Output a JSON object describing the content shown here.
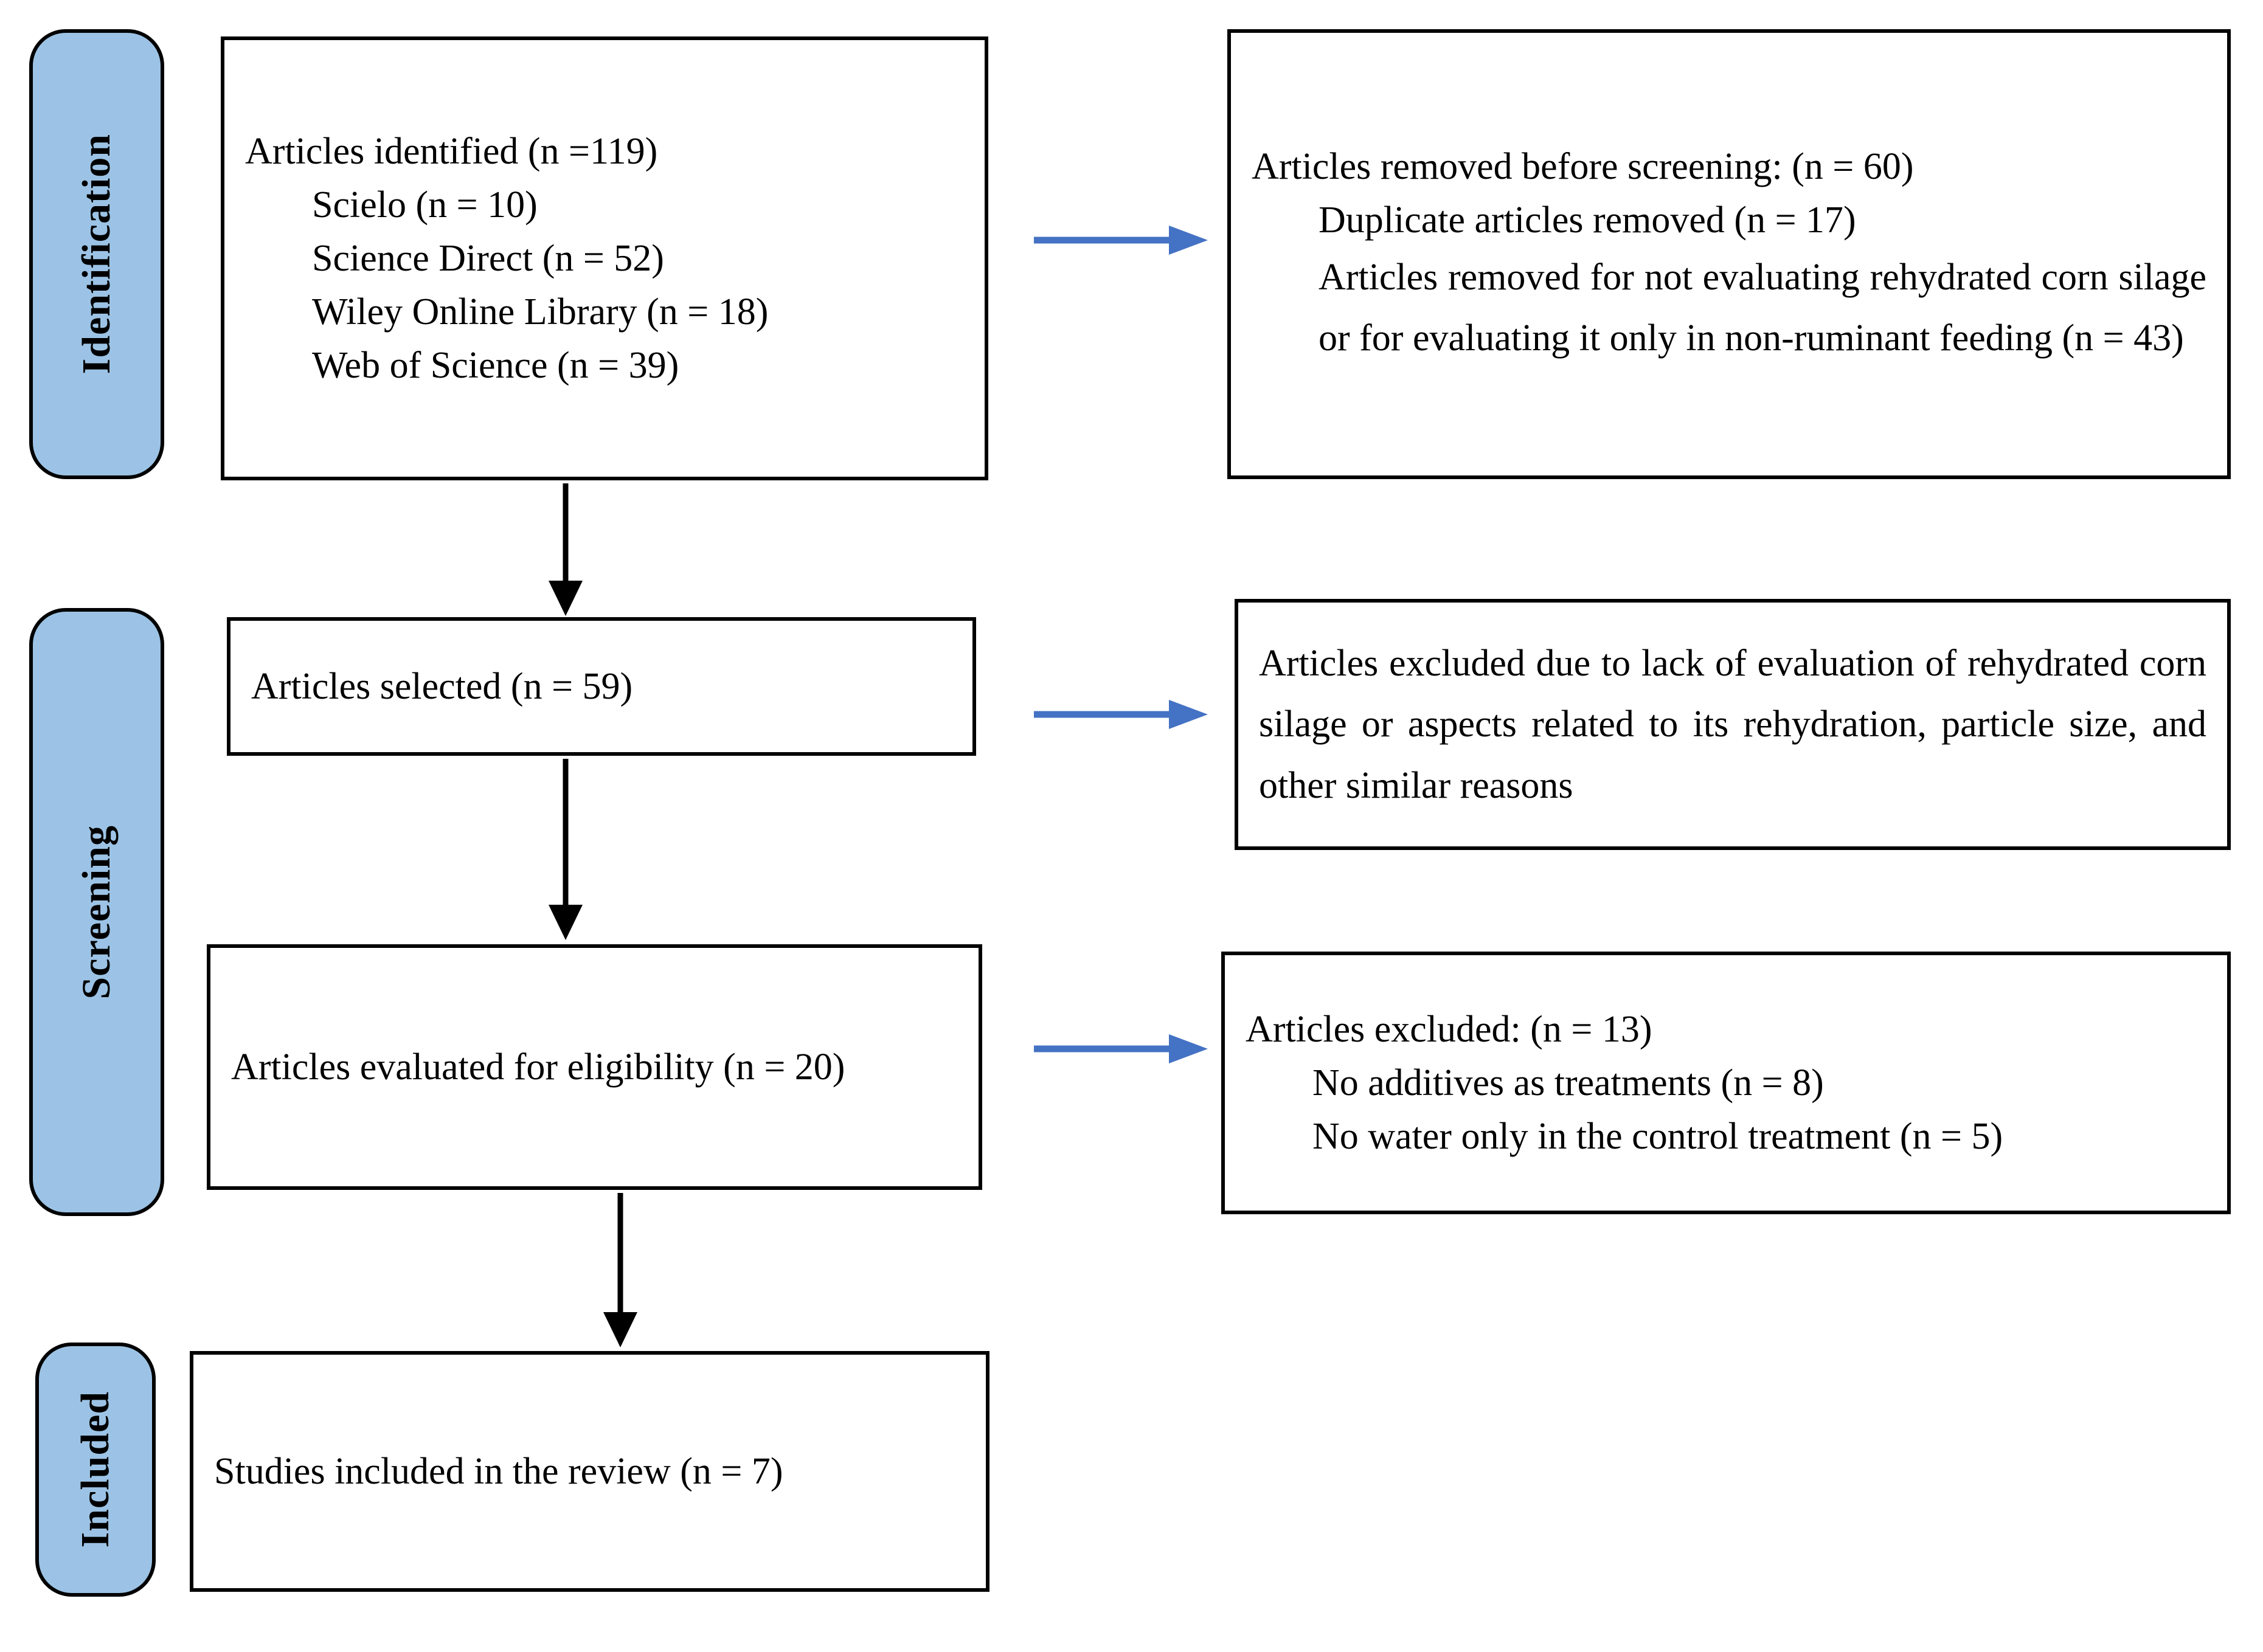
{
  "diagram": {
    "title": "PRISMA flow diagram",
    "colors": {
      "stage_pill_fill": "#9CC3E5",
      "stage_pill_border": "#000000",
      "box_border": "#000000",
      "vertical_arrow": "#000000",
      "horizontal_arrow": "#4472C4",
      "background": "#FFFFFF"
    }
  },
  "stages": [
    {
      "key": "identification",
      "label": "Identification"
    },
    {
      "key": "screening",
      "label": "Screening"
    },
    {
      "key": "included",
      "label": "Included"
    }
  ],
  "boxes": {
    "identified": {
      "lines": [
        "Articles identified (n =119)",
        "Scielo (n = 10)",
        "Science Direct (n = 52)",
        "Wiley Online Library (n = 18)",
        "Web of Science (n = 39)"
      ]
    },
    "removed_before_screening": {
      "heading": "Articles removed before screening: (n = 60)",
      "items": [
        "Duplicate articles removed (n = 17)",
        "Articles removed for not evaluating rehydrated corn silage or for evaluating it only in non-ruminant feeding (n = 43)"
      ]
    },
    "selected": {
      "line": "Articles selected (n = 59)"
    },
    "excluded_lack_evaluation": {
      "text": "Articles excluded due to lack of evaluation of rehydrated corn silage or aspects related to its rehydration, particle size, and other similar reasons"
    },
    "evaluated_eligibility": {
      "line": "Articles evaluated for eligibility (n = 20)"
    },
    "excluded_13": {
      "heading": "Articles excluded: (n = 13)",
      "items": [
        "No additives as treatments (n = 8)",
        "No water only in the control treatment (n = 5)"
      ]
    },
    "included_studies": {
      "line": "Studies included in the review (n = 7)"
    }
  },
  "arrows": [
    {
      "key": "identified-to-removed",
      "direction": "right",
      "color": "#4472C4"
    },
    {
      "key": "identified-to-selected",
      "direction": "down",
      "color": "#000000"
    },
    {
      "key": "selected-to-excluded",
      "direction": "right",
      "color": "#4472C4"
    },
    {
      "key": "selected-to-evaluated",
      "direction": "down",
      "color": "#000000"
    },
    {
      "key": "evaluated-to-excluded13",
      "direction": "right",
      "color": "#4472C4"
    },
    {
      "key": "evaluated-to-included",
      "direction": "down",
      "color": "#000000"
    }
  ]
}
